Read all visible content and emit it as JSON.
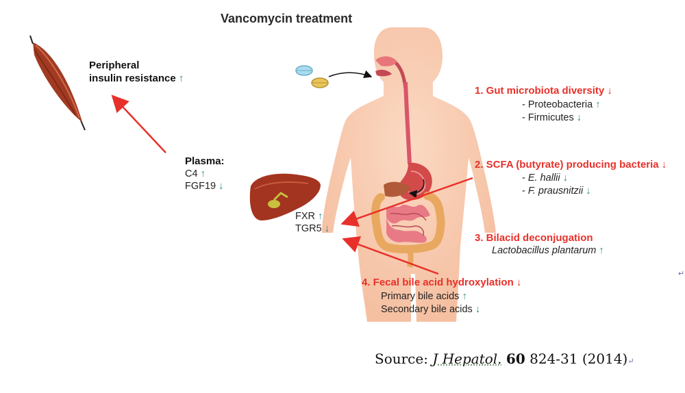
{
  "title": "Vancomycin treatment",
  "peripheral": {
    "line1": "Peripheral",
    "line2": "insulin resistance",
    "arrow": "↑"
  },
  "plasma": {
    "heading": "Plasma:",
    "c4": "C4",
    "c4_arrow": "↑",
    "fgf": "FGF19",
    "fgf_arrow": "↓"
  },
  "liver": {
    "fxr": "FXR",
    "fxr_arrow": "↑",
    "tgr": "TGR5",
    "tgr_arrow": "↓"
  },
  "points": {
    "p1": {
      "title": "1. Gut microbiota diversity",
      "arrow": "↓",
      "items": [
        {
          "text": "- Proteobacteria",
          "arrow": "↑"
        },
        {
          "text": "- Firmicutes",
          "arrow": "↓"
        }
      ]
    },
    "p2": {
      "title": "2. SCFA (butyrate) producing bacteria",
      "arrow": "↓",
      "items": [
        {
          "prefix": "- ",
          "name": "E. hallii",
          "arrow": "↓"
        },
        {
          "prefix": "- ",
          "name": "F. prausnitzii",
          "arrow": "↓"
        }
      ]
    },
    "p3": {
      "title": "3. Bilacid deconjugation",
      "item": "Lactobacillus plantarum",
      "item_arrow": "↑"
    },
    "p4": {
      "title": "4. Fecal bile acid hydroxylation",
      "arrow": "↓",
      "items": [
        {
          "text": "Primary bile acids",
          "arrow": "↑"
        },
        {
          "text": "Secondary bile acids",
          "arrow": "↓"
        }
      ]
    }
  },
  "source": {
    "prefix": "Source: ",
    "journal": "J Hepatol.",
    "volume": "60",
    "pages": "824-31 (2014)",
    "mark": "↵"
  },
  "edge_mark": "↵",
  "colors": {
    "red": "#e8302a",
    "teal_arrow": "#2b8a8a",
    "body": "#f7c9ae",
    "muscle": "#a13a22",
    "liver": "#a3341f"
  }
}
